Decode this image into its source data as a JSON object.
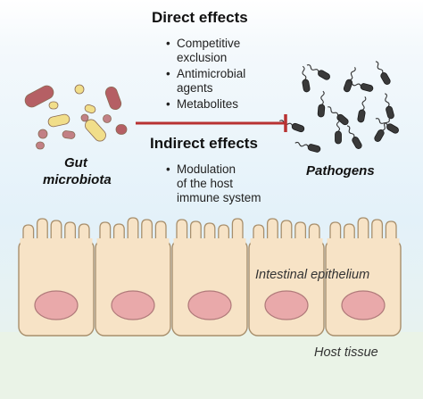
{
  "direct": {
    "title": "Direct effects",
    "items": [
      [
        "Competitive",
        "exclusion"
      ],
      [
        "Antimicrobial",
        "agents"
      ],
      [
        "Metabolites"
      ]
    ]
  },
  "indirect": {
    "title": "Indirect effects",
    "items": [
      [
        "Modulation",
        "of the host",
        "immune system"
      ]
    ]
  },
  "labels": {
    "gut_line1": "Gut",
    "gut_line2": "microbiota",
    "pathogens": "Pathogens",
    "epithelium": "Intestinal epithelium",
    "host": "Host tissue"
  },
  "bullet_glyph": "•",
  "colors": {
    "inhibition_arrow": "#b83232",
    "lumen_bg": "#e3f1f9",
    "cell_fill": "#f7e3c6",
    "nucleus_fill": "#e9a9aa",
    "host_tissue_bg": "#e9f3e8"
  }
}
